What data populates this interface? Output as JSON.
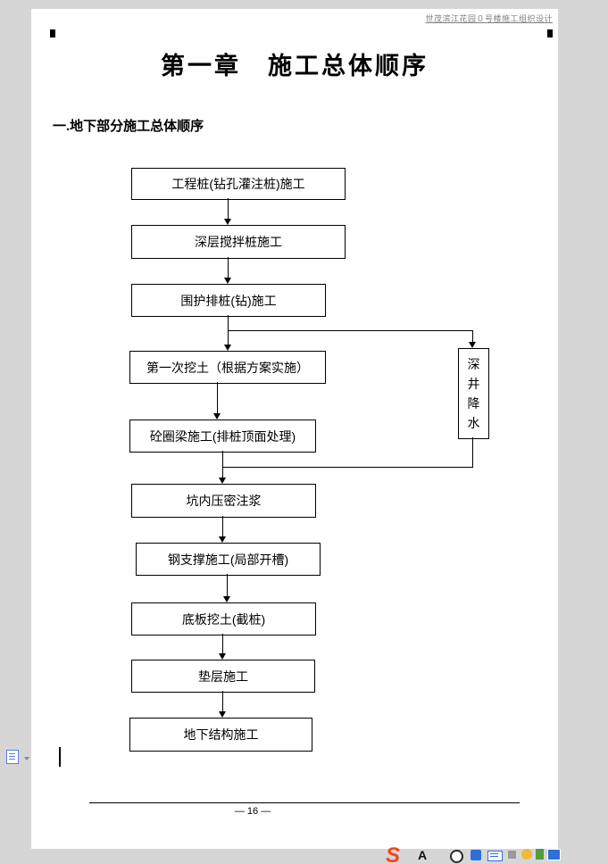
{
  "header": {
    "title": "世茂滨江花园０号楼施工组织设计"
  },
  "document": {
    "chapter_title": "第一章　施工总体顺序",
    "section_heading": "一.地下部分施工总体顺序",
    "page_number": "— 16 —"
  },
  "flowchart": {
    "nodes": [
      "工程桩(钻孔灌注桩)施工",
      "深层搅拌桩施工",
      "围护排桩(钻)施工",
      "第一次挖土（根据方案实施）",
      "砼圈梁施工(排桩顶面处理)",
      "坑内压密注浆",
      "钢支撑施工(局部开槽)",
      "底板挖土(截桩)",
      "垫层施工",
      "地下结构施工"
    ],
    "side_node": "深井降水"
  },
  "taskbar": {
    "sogou_label": "S",
    "input_mode_label": "A"
  },
  "colors": {
    "desktop_gray": "#d6d6d6",
    "accent_orange": "#f3461c",
    "accent_blue": "#2f6fd8"
  }
}
